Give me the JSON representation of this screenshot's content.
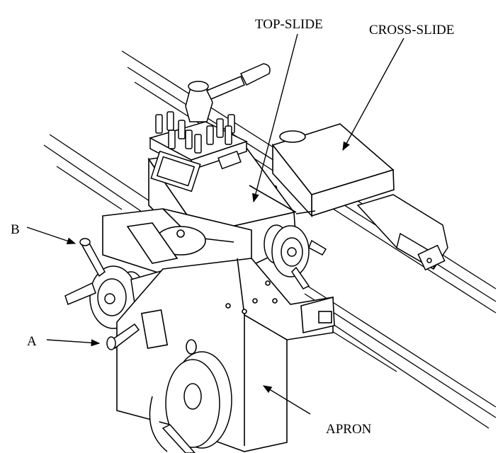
{
  "labels": {
    "top_slide": "TOP-SLIDE",
    "cross_slide": "CROSS-SLIDE",
    "apron": "APRON",
    "a": "A",
    "b": "B"
  },
  "colors": {
    "ink": "#000000",
    "background": "#ffffff"
  }
}
